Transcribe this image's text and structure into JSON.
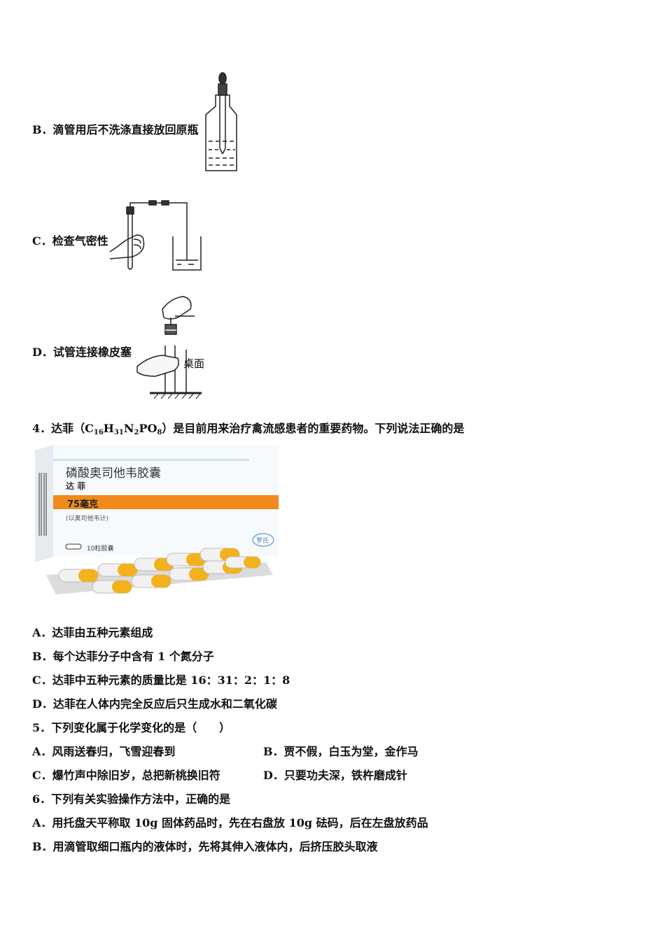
{
  "optB": {
    "letter": "B．",
    "text": "滴管用后不洗涤直接放回原瓶"
  },
  "optC": {
    "letter": "C．",
    "text": "检查气密性"
  },
  "optD": {
    "letter": "D．",
    "text": "试管连接橡皮塞",
    "fig_label": "桌面"
  },
  "q4": {
    "prefix": "4．达菲（C",
    "sub1": "16",
    "h": "H",
    "sub2": "31",
    "n": "N",
    "sub3": "2",
    "po": "PO",
    "sub4": "8",
    "suffix": "）是目前用来治疗禽流感患者的重要药物。下列说法正确的是",
    "box": {
      "name": "磷酸奥司他韦胶囊",
      "brand": "达 菲",
      "dose": "75毫克",
      "note": "(以奥司他韦计)",
      "count": "10粒胶囊",
      "maker": "罗氏"
    },
    "options": [
      "A．达菲由五种元素组成",
      "B．每个达菲分子中含有 1 个氮分子",
      "C．达菲中五种元素的质量比是 16：31：2：1：8",
      "D．达菲在人体内完全反应后只生成水和二氧化碳"
    ]
  },
  "q5": {
    "stem": "5．下列变化属于化学变化的是（　　）",
    "A": "A．风雨送春归，飞雪迎春到",
    "B": "B．贾不假，白玉为堂，金作马",
    "C": "C．爆竹声中除旧岁，总把新桃换旧符",
    "D": "D．只要功夫深，铁杵磨成针"
  },
  "q6": {
    "stem": "6．下列有关实验操作方法中，正确的是",
    "A": "A．用托盘天平称取 10g 固体药品时，先在右盘放 10g 砝码，后在左盘放药品",
    "B": "B．用滴管取细口瓶内的液体时，先将其伸入液体内，后挤压胶头取液"
  }
}
